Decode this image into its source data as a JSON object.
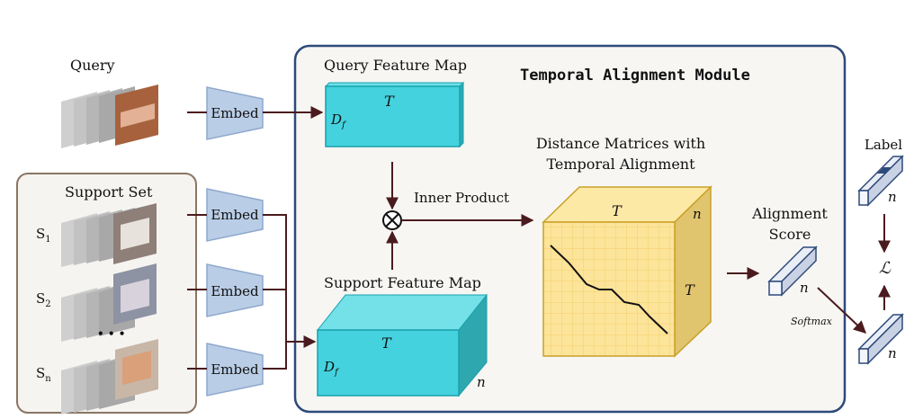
{
  "query": {
    "label": "Query"
  },
  "support_set": {
    "title": "Support Set",
    "rows": [
      {
        "label": "S",
        "sub": "1"
      },
      {
        "label": "S",
        "sub": "2"
      },
      {
        "label": "S",
        "sub": "n"
      }
    ],
    "ellipsis": "• • •"
  },
  "embed_label": "Embed",
  "module": {
    "title": "Temporal Alignment Module",
    "query_map": {
      "title": "Query Feature Map",
      "T": "T",
      "Df": "D",
      "Df_sub": "f"
    },
    "support_map": {
      "title": "Support Feature Map",
      "T": "T",
      "Df": "D",
      "Df_sub": "f",
      "n": "n"
    },
    "inner_product": "Inner Product",
    "distance": {
      "title_line1": "Distance Matrices with",
      "title_line2": "Temporal Alignment",
      "T_top": "T",
      "T_side": "T",
      "n": "n"
    }
  },
  "alignment": {
    "line1": "Alignment",
    "line2": "Score",
    "n": "n"
  },
  "softmax": "Softmax",
  "label": {
    "title": "Label",
    "n": "n"
  },
  "output": {
    "n": "n"
  },
  "loss_symbol": "ℒ",
  "colors": {
    "arrow": "#4a1b1e",
    "frame_blue": "#2e4a7a",
    "cyan": "#44d3de",
    "yellow": "#fce49a",
    "embed": "#b9cde6"
  }
}
